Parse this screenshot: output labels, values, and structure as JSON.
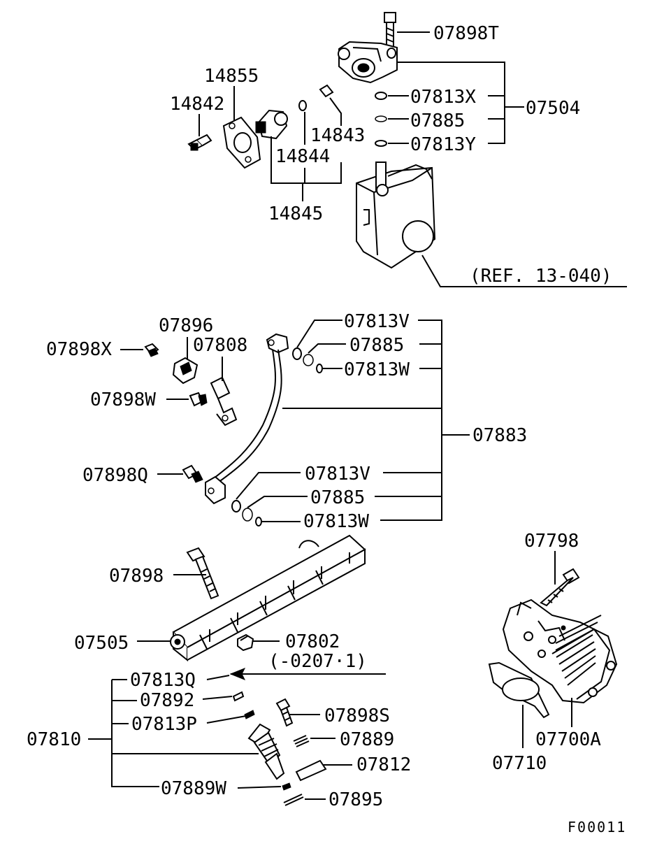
{
  "labels": {
    "l07898T": "07898T",
    "l07813X": "07813X",
    "l07885a": "07885",
    "l07813Y": "07813Y",
    "l07504": "07504",
    "l14855": "14855",
    "l14842": "14842",
    "l14843": "14843",
    "l14844": "14844",
    "l14845": "14845",
    "ref": "(REF. 13-040)",
    "l07896": "07896",
    "l07808": "07808",
    "l07898X": "07898X",
    "l07898W": "07898W",
    "l07898Q": "07898Q",
    "l07813V_a": "07813V",
    "l07885_b": "07885",
    "l07813W_a": "07813W",
    "l07883": "07883",
    "l07813V_b": "07813V",
    "l07885_c": "07885",
    "l07813W_b": "07813W",
    "l07898": "07898",
    "l07505": "07505",
    "l07802": "07802",
    "date": "(-0207·1)",
    "l07813Q": "07813Q",
    "l07892": "07892",
    "l07813P": "07813P",
    "l07898S": "07898S",
    "l07810": "07810",
    "l07889": "07889",
    "l07812": "07812",
    "l07889W": "07889W",
    "l07895": "07895",
    "l07798": "07798",
    "l07700A": "07700A",
    "l07710": "07710",
    "code": "F00011"
  }
}
